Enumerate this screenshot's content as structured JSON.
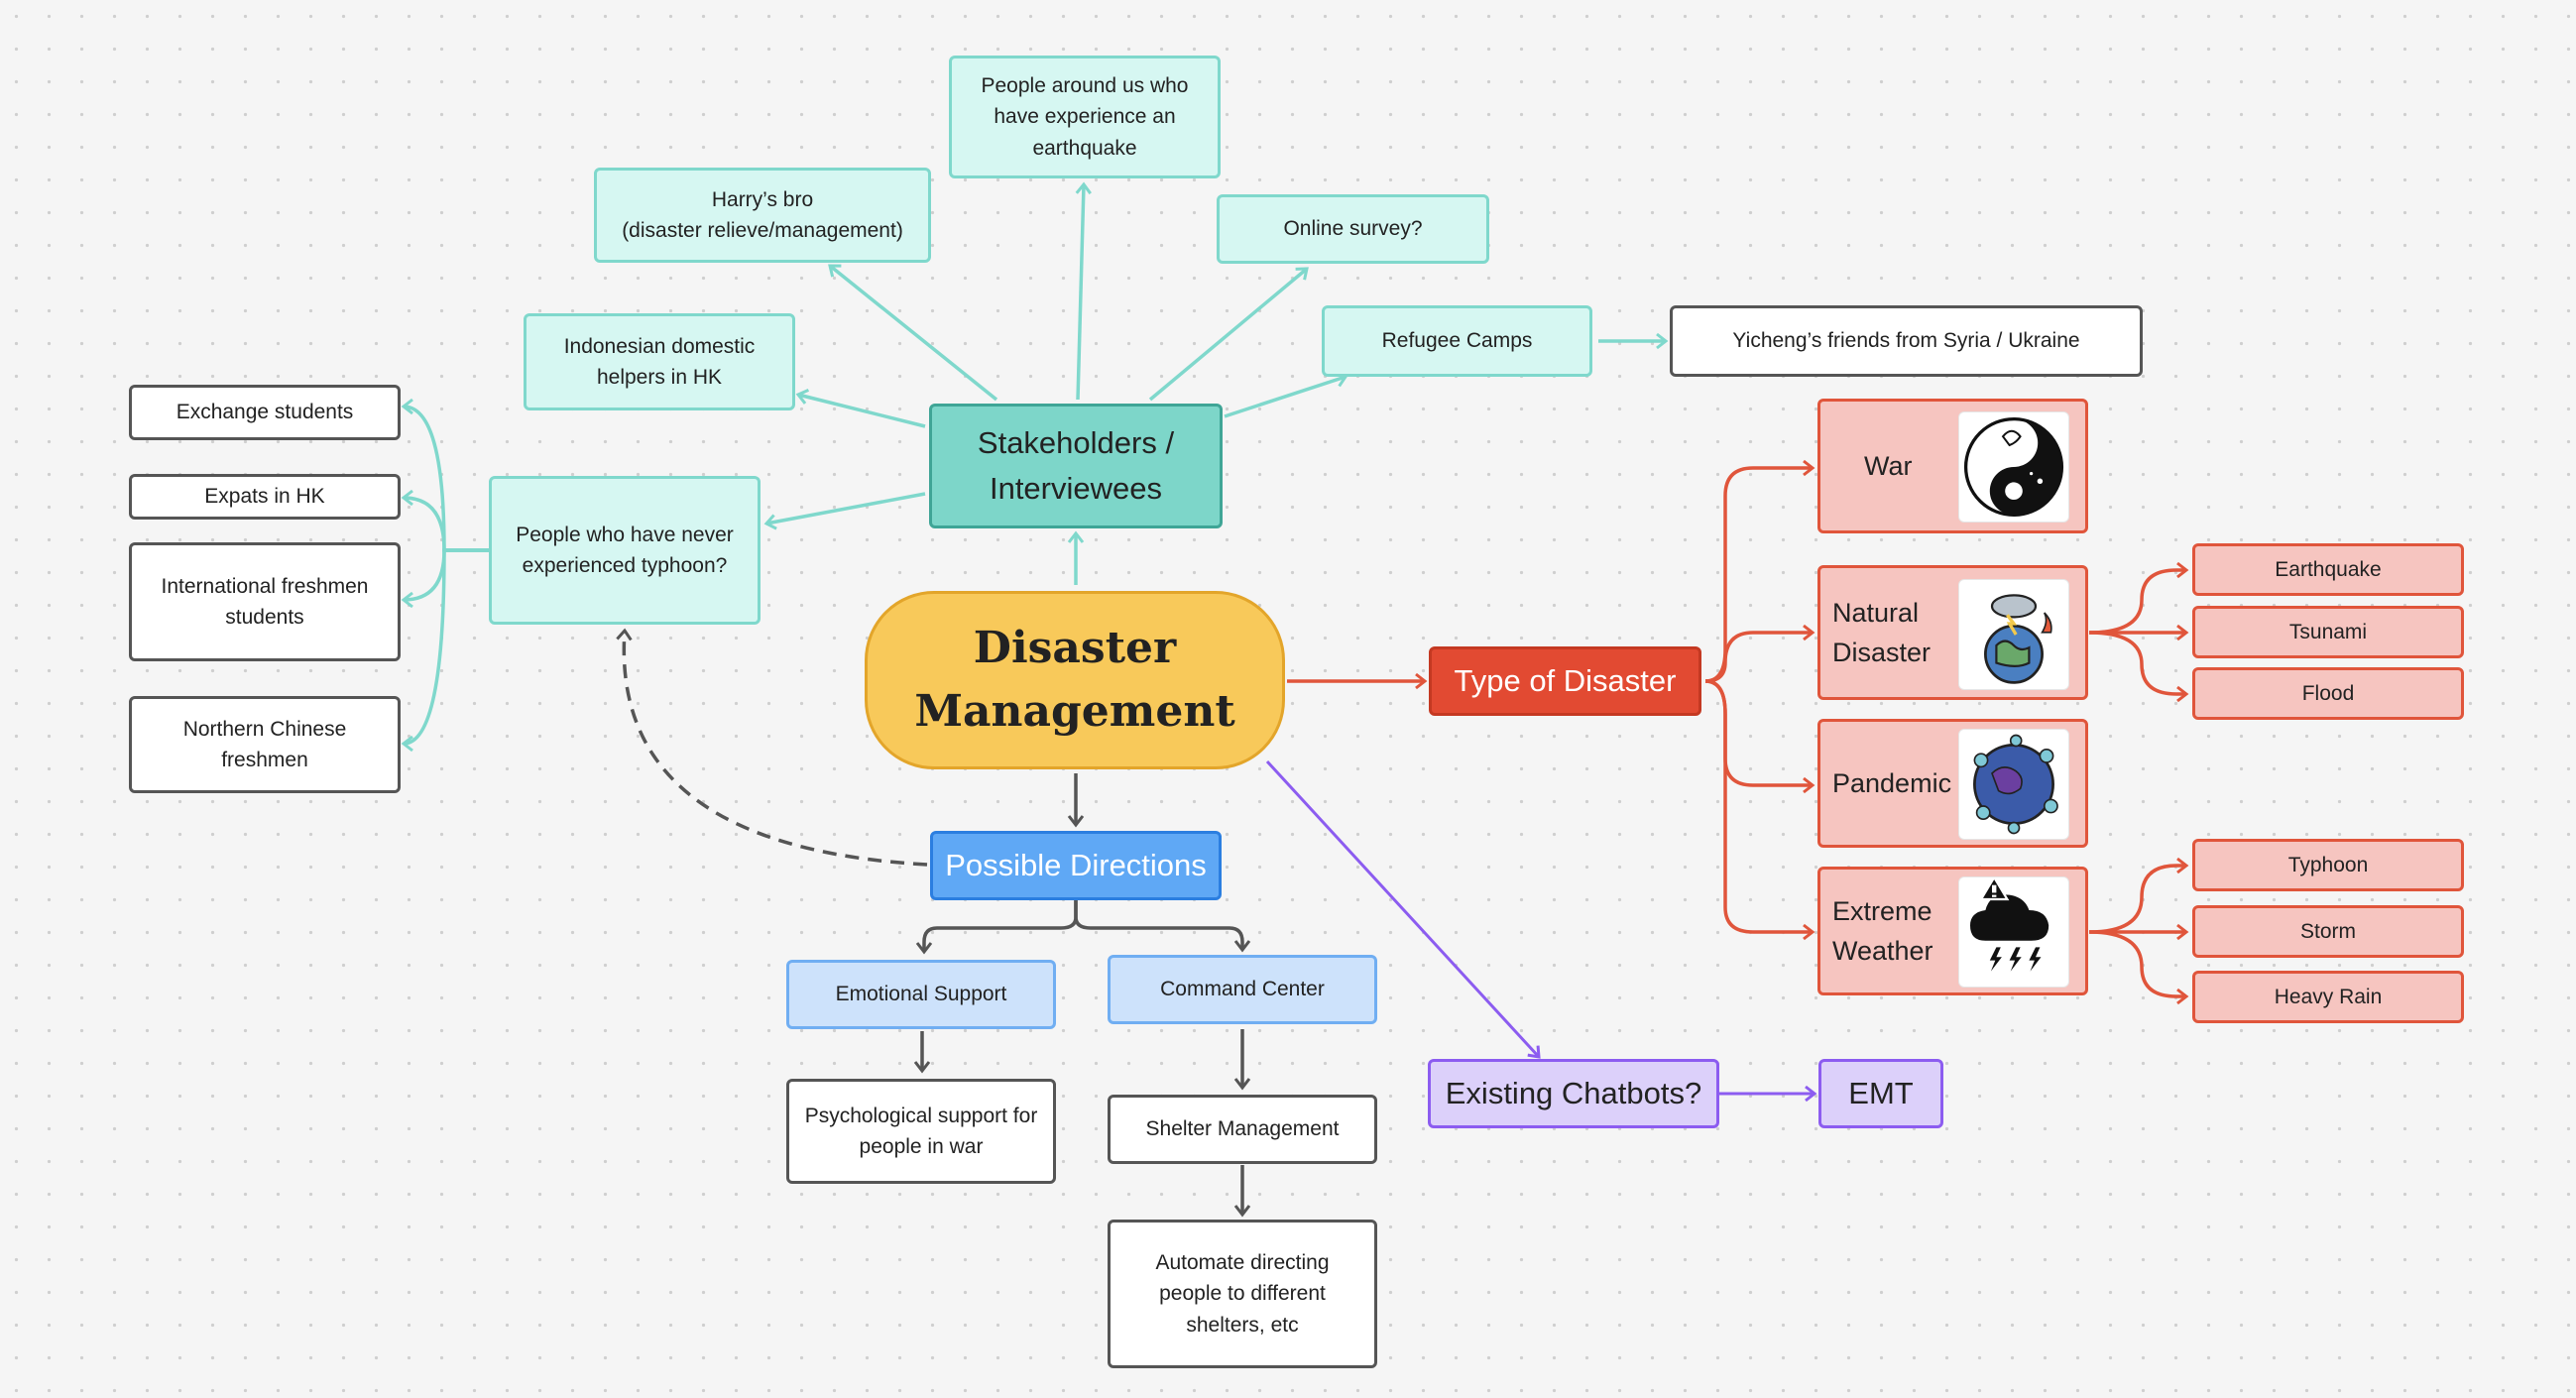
{
  "colors": {
    "teal": "#7fd8cc",
    "red": "#e0553b",
    "gray": "#555555",
    "purple": "#8c5cf0",
    "yellow": "#f8c95a",
    "blue": "#5fa8f5"
  },
  "nodes": {
    "center": "Disaster\nManagement",
    "stakeholders": "Stakeholders /\nInterviewees",
    "earthquake_people": "People around us who\nhave experience an\nearthquake",
    "harrys_bro": "Harry’s bro\n(disaster relieve/management)",
    "online_survey": "Online survey?",
    "refugee_camps": "Refugee Camps",
    "yicheng_friends": "Yicheng’s friends from Syria / Ukraine",
    "indonesian_helpers": "Indonesian domestic\nhelpers in HK",
    "never_typhoon": "People who have never\nexperienced typhoon?",
    "exchange_students": "Exchange students",
    "expats": "Expats in HK",
    "intl_freshmen": "International freshmen\nstudents",
    "northern_chinese": "Northern Chinese\nfreshmen",
    "type_of_disaster": "Type of Disaster",
    "war": "War",
    "natural_disaster": "Natural\nDisaster",
    "pandemic": "Pandemic",
    "extreme_weather": "Extreme\nWeather",
    "earthquake": "Earthquake",
    "tsunami": "Tsunami",
    "flood": "Flood",
    "typhoon": "Typhoon",
    "storm": "Storm",
    "heavy_rain": "Heavy Rain",
    "possible_directions": "Possible Directions",
    "emotional_support": "Emotional Support",
    "command_center": "Command Center",
    "psych_support": "Psychological support for\npeople in war",
    "shelter_mgmt": "Shelter Management",
    "automate_directing": "Automate directing\npeople to different\nshelters, etc",
    "existing_chatbots": "Existing Chatbots?",
    "emt": "EMT"
  },
  "icons": [
    "yin-yang-dove-icon",
    "natural-disaster-icon",
    "virus-globe-icon",
    "storm-warning-icon"
  ]
}
